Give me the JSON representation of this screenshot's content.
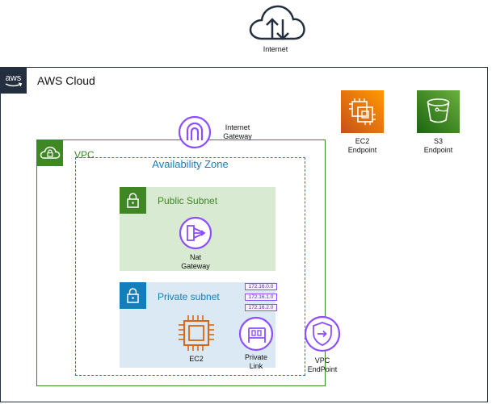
{
  "internet": {
    "label": "Internet",
    "icon": "cloud-upload-download-icon"
  },
  "aws_cloud": {
    "title": "AWS Cloud",
    "logo_text": "aws"
  },
  "vpc": {
    "title": "VPC"
  },
  "availability_zone": {
    "title": "Availability Zone"
  },
  "internet_gateway": {
    "label_line1": "Internet",
    "label_line2": "Gateway"
  },
  "public_subnet": {
    "title": "Public Subnet"
  },
  "nat_gateway": {
    "label_line1": "Nat",
    "label_line2": "Gateway"
  },
  "private_subnet": {
    "title": "Private subnet"
  },
  "route_table": {
    "entries": [
      "172.16.0.0",
      "172.16.1.0",
      "172.16.2.0"
    ]
  },
  "ec2": {
    "label": "EC2"
  },
  "private_link": {
    "label_line1": "Private",
    "label_line2": "Link"
  },
  "vpc_endpoint": {
    "label_line1": "VPC",
    "label_line2": "EndPoint"
  },
  "ec2_endpoint": {
    "label_line1": "EC2",
    "label_line2": "Endpoint"
  },
  "s3_endpoint": {
    "label_line1": "S3",
    "label_line2": "Endpoint"
  },
  "colors": {
    "aws_dark": "#232f3e",
    "vpc_green": "#3f8624",
    "az_blue": "#147eba",
    "public_fill": "#d8ead2",
    "private_fill": "#dbe9f4",
    "ec2_orange": "#d86613",
    "purple": "#8c4fff"
  }
}
